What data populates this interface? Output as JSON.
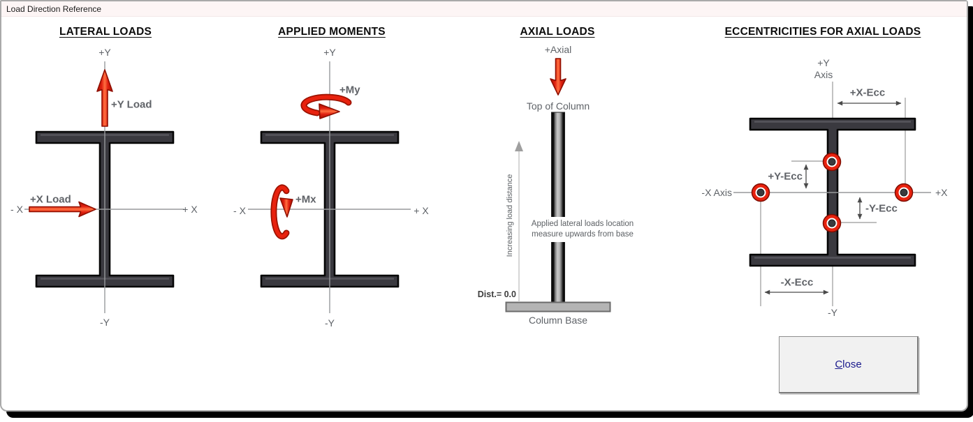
{
  "window": {
    "title": "Load Direction Reference"
  },
  "lateral": {
    "heading": "LATERAL LOADS",
    "plus_y": "+Y",
    "minus_y": "-Y",
    "plus_x": "+ X",
    "minus_x": "- X",
    "y_load": "+Y Load",
    "x_load": "+X Load"
  },
  "moments": {
    "heading": "APPLIED MOMENTS",
    "plus_y": "+Y",
    "minus_y": "-Y",
    "plus_x": "+ X",
    "minus_x": "- X",
    "my": "+My",
    "mx": "+Mx"
  },
  "axial": {
    "heading": "AXIAL LOADS",
    "axial": "+Axial",
    "top_of_column": "Top of Column",
    "column_base": "Column Base",
    "dist": "Dist.= 0.0",
    "increasing": "Increasing load distance",
    "note_line1": "Applied lateral loads location",
    "note_line2": "measure upwards from base"
  },
  "ecc": {
    "heading": "ECCENTRICITIES FOR AXIAL LOADS",
    "plus_y": "+Y",
    "axis_word": "Axis",
    "x_ecc_pos": "+X-Ecc",
    "y_ecc_pos": "+Y-Ecc",
    "y_ecc_neg": "-Y-Ecc",
    "x_ecc_neg": "-X-Ecc",
    "minus_x_axis": "-X Axis",
    "plus_x": "+X",
    "minus_y": "-Y"
  },
  "close_button": {
    "accel": "C",
    "rest": "lose"
  },
  "colors": {
    "accent_red": "#e8220e",
    "beam_fill": "#3a393f",
    "axis_gray": "#97999c",
    "label_gray": "#5f6368",
    "dim_gray": "#4a4a4a",
    "close_text": "#19198c",
    "titlebar_bg": "#fdf5f5"
  }
}
